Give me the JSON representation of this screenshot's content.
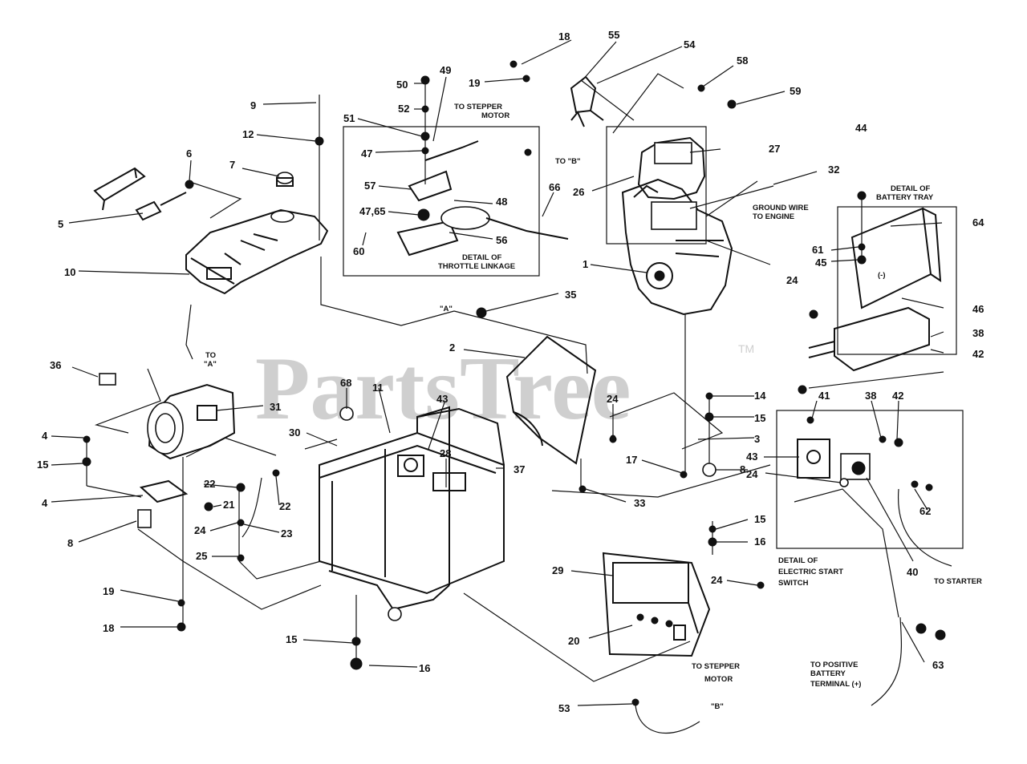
{
  "watermark": {
    "text": "PartsTree",
    "tm": "TM"
  },
  "callouts": [
    "18",
    "55",
    "54",
    "58",
    "59",
    "50",
    "49",
    "19",
    "9",
    "52",
    "51",
    "47",
    "12",
    "6",
    "7",
    "5",
    "10",
    "57",
    "47,65",
    "60",
    "48",
    "56",
    "66",
    "27",
    "32",
    "26",
    "1",
    "44",
    "64",
    "61",
    "45",
    "24",
    "46",
    "38",
    "42",
    "35",
    "2",
    "36",
    "31",
    "68",
    "11",
    "43",
    "28",
    "37",
    "30",
    "24",
    "14",
    "15",
    "3",
    "17",
    "8",
    "33",
    "4",
    "15",
    "4",
    "22",
    "21",
    "22",
    "24",
    "23",
    "25",
    "8",
    "19",
    "18",
    "15",
    "16",
    "29",
    "24",
    "20",
    "53",
    "41",
    "38",
    "42",
    "43",
    "24",
    "62",
    "40",
    "63",
    "16",
    "15"
  ],
  "labels": {
    "to_stepper_motor_top": [
      "TO STEPPER",
      "MOTOR"
    ],
    "detail_throttle": [
      "DETAIL OF",
      "THROTTLE LINKAGE"
    ],
    "to_b": "TO \"B\"",
    "ground_wire": [
      "GROUND WIRE",
      "TO ENGINE"
    ],
    "battery_tray": [
      "DETAIL OF",
      "BATTERY TRAY"
    ],
    "a_marker": "\"A\"",
    "to_a": [
      "TO",
      "\"A\""
    ],
    "minus": "(-)",
    "electric_start": [
      "DETAIL OF",
      "ELECTRIC START",
      "SWITCH"
    ],
    "to_starter": "TO STARTER",
    "to_stepper_motor_bottom": [
      "TO STEPPER",
      "MOTOR"
    ],
    "positive_terminal": [
      "TO POSITIVE",
      "BATTERY",
      "TERMINAL  (+)"
    ],
    "b_marker": "\"B\""
  }
}
